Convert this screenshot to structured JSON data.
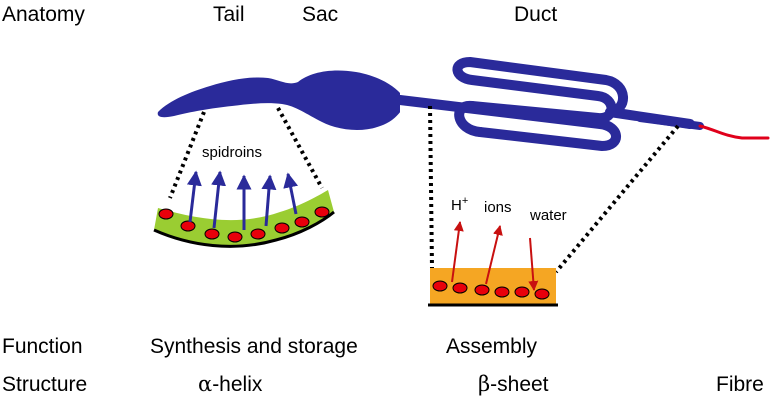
{
  "rows": {
    "anatomy": "Anatomy",
    "function": "Function",
    "structure": "Structure"
  },
  "anatomy": {
    "tail": "Tail",
    "sac": "Sac",
    "duct": "Duct"
  },
  "function": {
    "synthesis": "Synthesis and storage",
    "assembly": "Assembly"
  },
  "structure": {
    "alpha_prefix": "α",
    "alpha_rest": "-helix",
    "beta_prefix": "β",
    "beta_rest": "-sheet",
    "fibre": "Fibre"
  },
  "annotations": {
    "spidroins": "spidroins",
    "h": "H",
    "h_sup": "+",
    "ions": "ions",
    "water": "water"
  },
  "colors": {
    "gland": "#2a2a9a",
    "green_band": "#9acd32",
    "orange_band": "#f5a623",
    "dot": "#e8000b",
    "arrow_blue": "#2a2a9a",
    "arrow_red": "#c81010",
    "fibre": "#e0001b"
  }
}
